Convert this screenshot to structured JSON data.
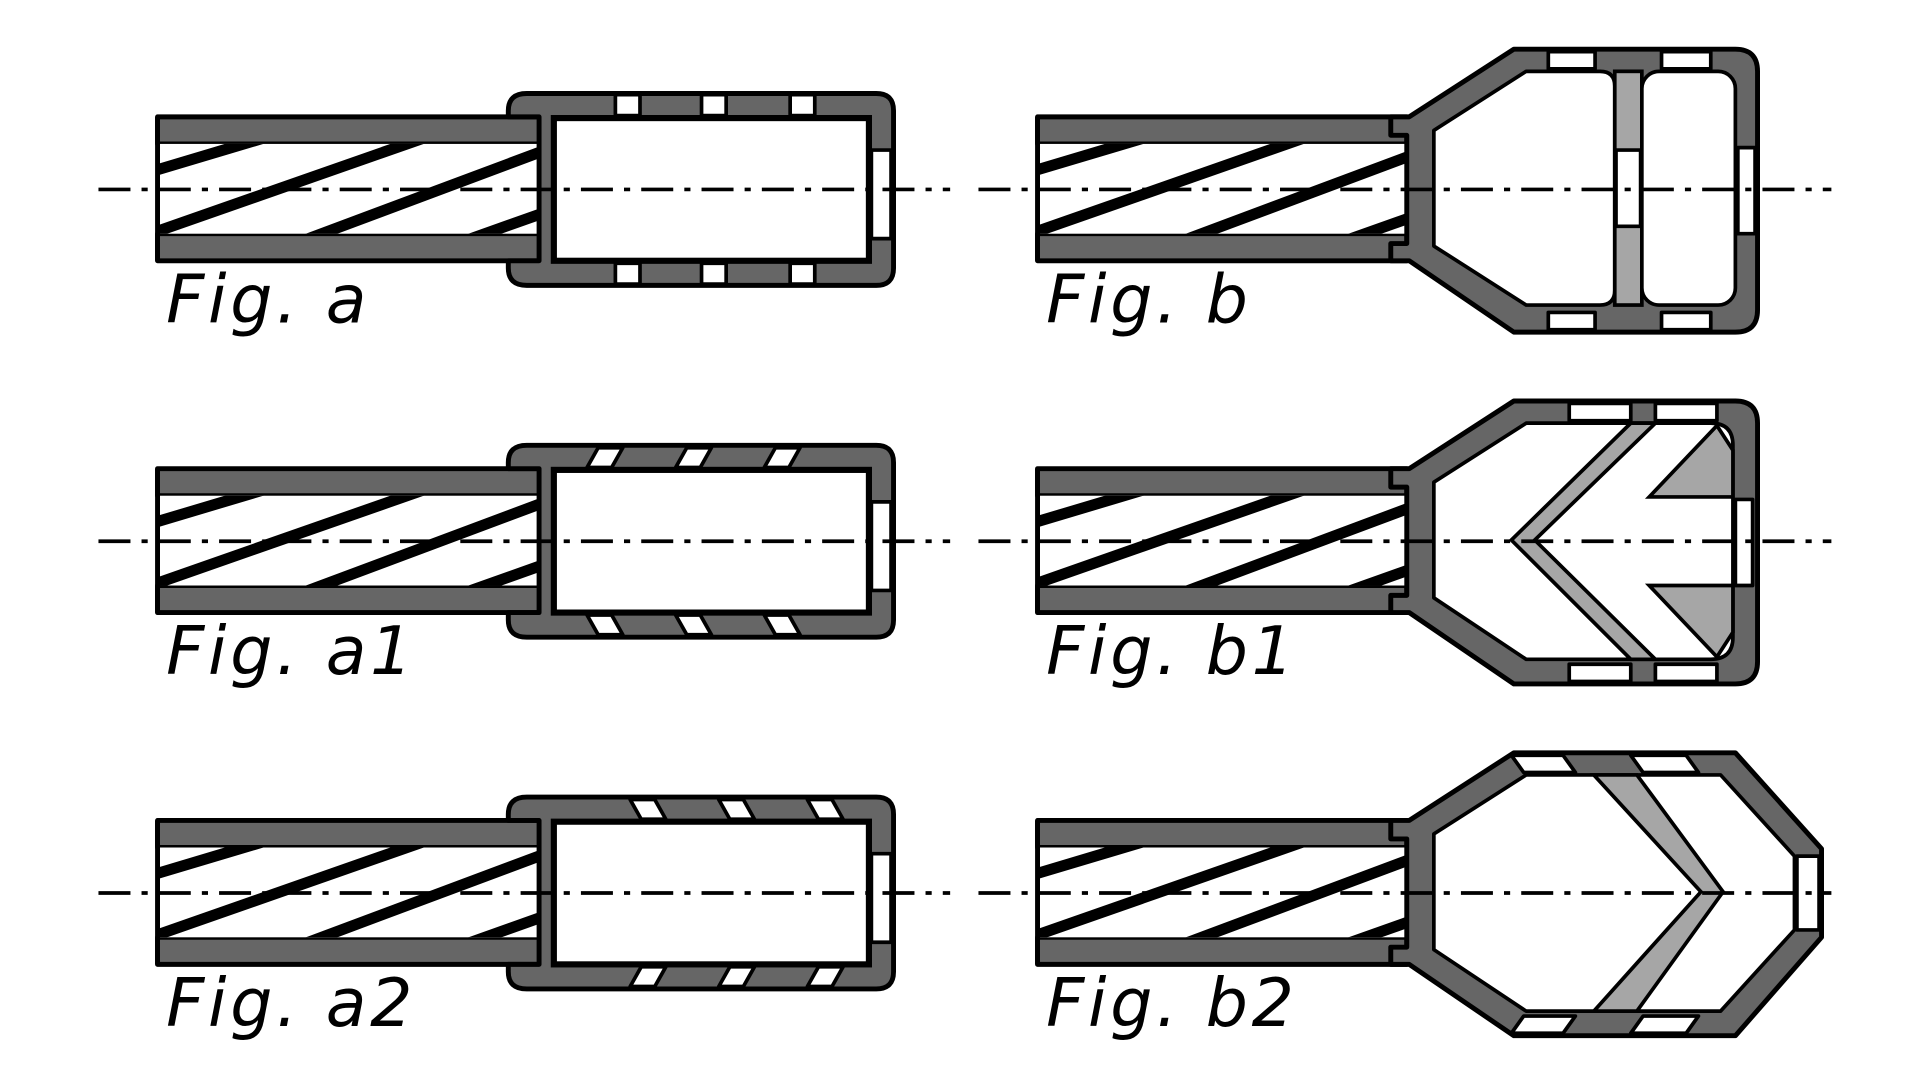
{
  "figures": [
    {
      "id": "a",
      "label": "Fig. a"
    },
    {
      "id": "b",
      "label": "Fig. b"
    },
    {
      "id": "a1",
      "label": "Fig. a1"
    },
    {
      "id": "b1",
      "label": "Fig. b1"
    },
    {
      "id": "a2",
      "label": "Fig. a2"
    },
    {
      "id": "b2",
      "label": "Fig. b2"
    }
  ],
  "colors": {
    "wall": "#666666",
    "light_wall": "#a6a6a6",
    "line": "#000000",
    "background": "#ffffff"
  }
}
